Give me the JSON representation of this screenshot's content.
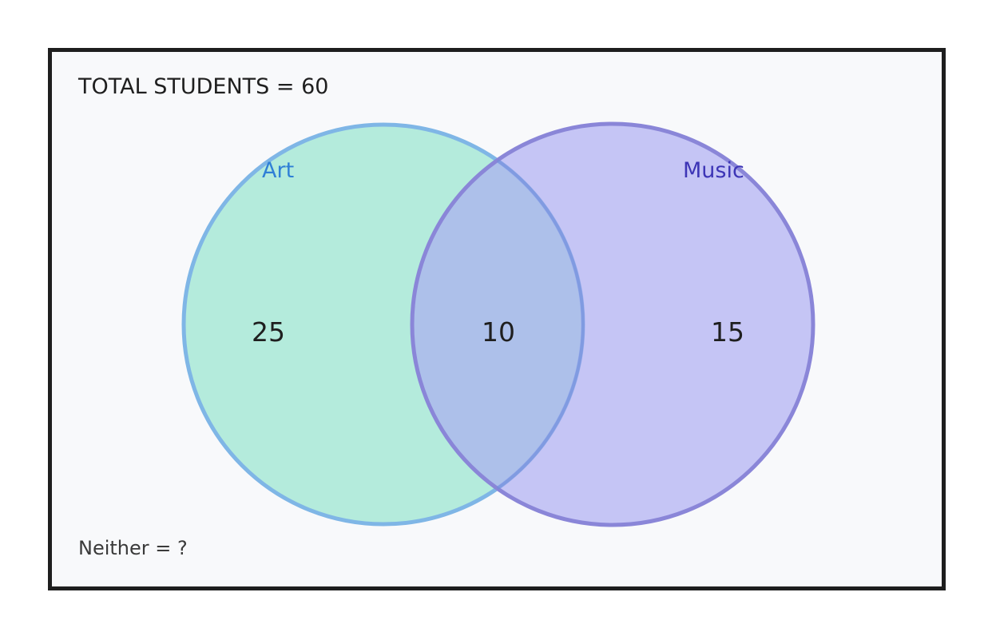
{
  "header": {
    "total_label": "TOTAL STUDENTS = 60"
  },
  "venn": {
    "sets": [
      {
        "name": "Art",
        "only_count": "25",
        "fill_color": "#8fe3cb",
        "stroke_color": "#7fb6e6",
        "label_color": "#2f7fd6"
      },
      {
        "name": "Music",
        "only_count": "15",
        "fill_color": "#a9a9f1",
        "stroke_color": "#8a86d8",
        "label_color": "#3d35b6"
      }
    ],
    "intersection_count": "10",
    "intersection_stroke_color": "#6f8fd8"
  },
  "footer": {
    "neither_label": "Neither = ?"
  }
}
